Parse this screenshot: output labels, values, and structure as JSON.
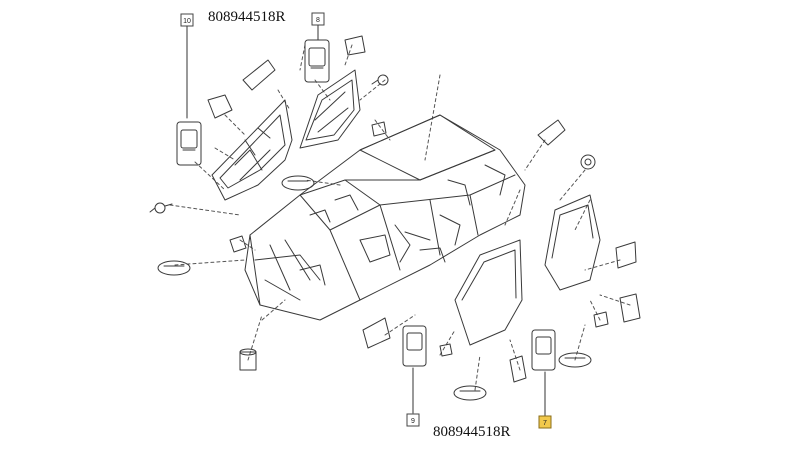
{
  "part_numbers": {
    "top": "808944518R",
    "bottom": "808944518R"
  },
  "callouts": {
    "c10": "10",
    "c8": "8",
    "c9": "9",
    "c7": "7"
  },
  "colors": {
    "line": "#3a3a3a",
    "highlight": "#f2c94c",
    "background": "#ffffff"
  }
}
